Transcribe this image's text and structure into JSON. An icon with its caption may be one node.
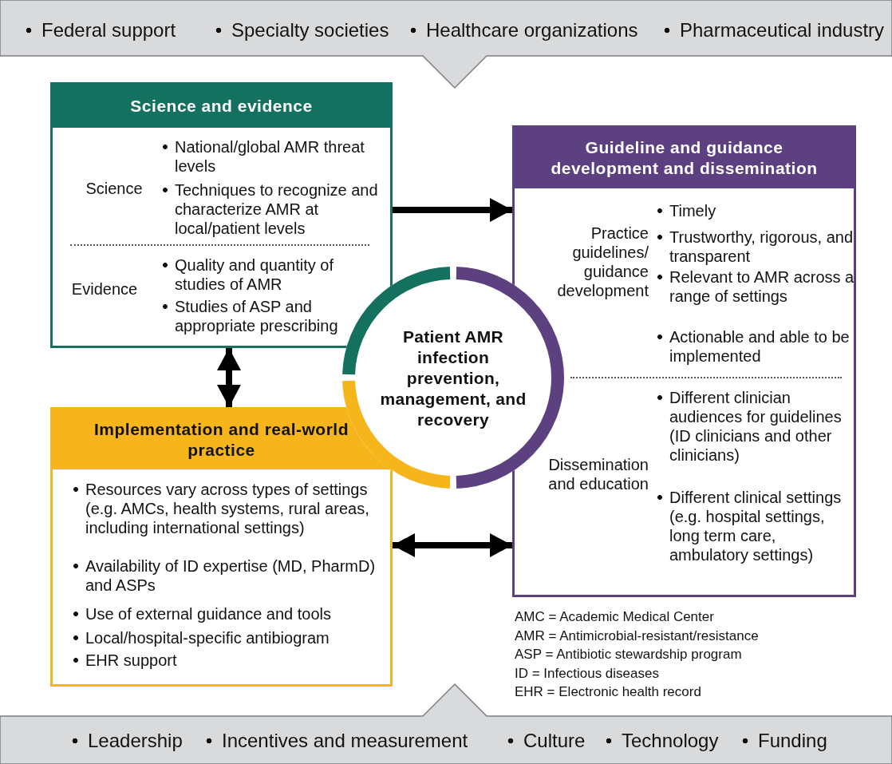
{
  "diagram": {
    "nodes": [
      {
        "text": [
          "Federal support",
          "Specialty societies",
          "Healthcare organizations",
          "Pharmaceutical industry"
        ]
      },
      {
        "text": [
          "Science and evidence",
          "Science",
          "National/global AMR threat levels",
          "Techniques to recognize and characterize AMR at local/patient levels",
          "Evidence",
          "Quality and quantity of studies of AMR",
          "Studies of ASP and appropriate prescribing"
        ]
      },
      {
        "text": [
          "Guideline and guidance development and dissemination",
          "Practice guidelines/ guidance development",
          "Timely",
          "Trustworthy, rigorous, and transparent",
          "Relevant to AMR across a range of settings",
          "Actionable and able to be implemented",
          "Dissemination and education",
          "Different clinician audiences for guidelines (ID clinicians and other clinicians)",
          "Different clinical settings (e.g. hospital settings, long term care, ambulatory settings)"
        ]
      },
      {
        "text": [
          "Implementation and real-world practice",
          "Resources vary across types of settings (e.g. AMCs, health systems, rural areas, including international settings)",
          "Availability of ID expertise (MD, PharmD) and ASPs",
          "Use of external guidance and tools",
          "Local/hospital-specific antibiogram",
          "EHR support"
        ]
      },
      {
        "text": [
          "Patient AMR infection prevention, management, and recovery"
        ]
      },
      {
        "text": [
          "Leadership",
          "Incentives and measurement",
          "Culture",
          "Technology",
          "Funding"
        ]
      }
    ],
    "edges": [
      {
        "from": 1,
        "to": 2,
        "arrow": "to"
      },
      {
        "from": 1,
        "to": 3,
        "arrow": "both"
      },
      {
        "from": 3,
        "to": 2,
        "arrow": "both"
      }
    ],
    "labels": [
      "AMC = Academic Medical Center",
      "AMR = Antimicrobial-resistant/resistance",
      "ASP = Antibiotic stewardship program",
      "ID = Infectious diseases",
      "EHR = Electronic health record"
    ]
  }
}
